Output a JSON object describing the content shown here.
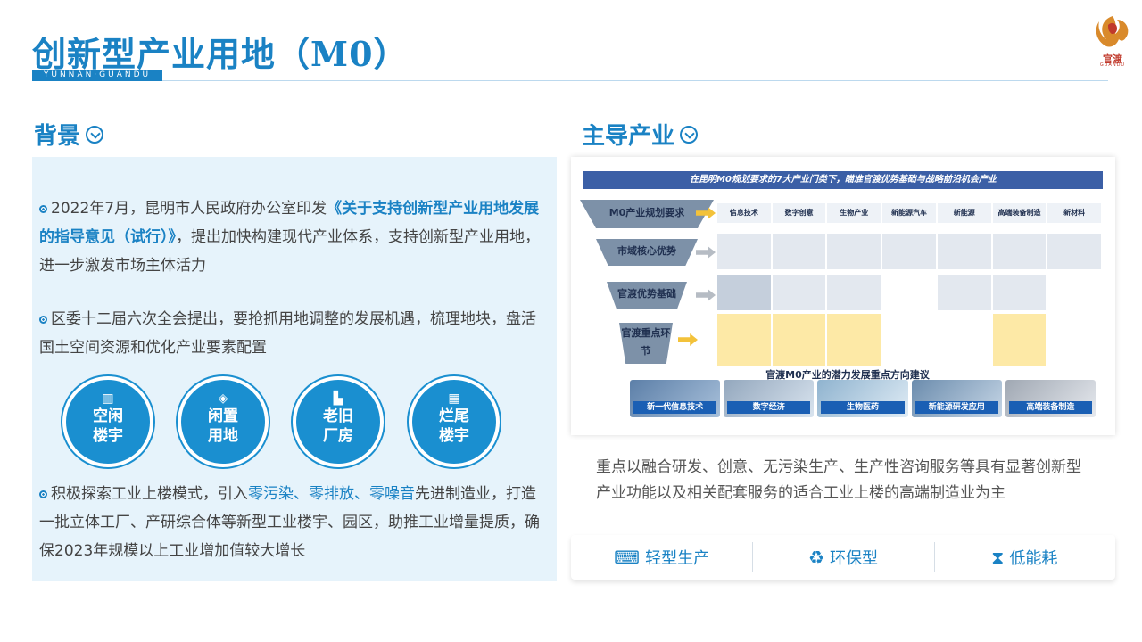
{
  "header": {
    "title": "创新型产业用地（M0）",
    "subtitle": "YUNNAN·GUANDU",
    "logo_text": "官渡",
    "logo_sub": "GUANDU"
  },
  "background_section": {
    "heading": "背景",
    "bullets": [
      {
        "prefix": "2022年7月，昆明市人民政府办公室印发",
        "highlight": "《关于支持创新型产业用地发展的指导意见（试行）》",
        "suffix": "，提出加快构建现代产业体系，支持创新型产业用地，进一步激发市场主体活力"
      },
      {
        "text": "区委十二届六次全会提出，要抢抓用地调整的发展机遇，梳理地块，盘活国土空间资源和优化产业要素配置"
      },
      {
        "prefix": "积极探索工业上楼模式，引入",
        "hl1": "零污染",
        "sep1": "、",
        "hl2": "零排放",
        "sep2": "、",
        "hl3": "零噪音",
        "suffix": "先进制造业，打造一批立体工厂、产研综合体等新型工业楼宇、园区，助推工业增量提质，确保2023年规模以上工业增加值较大增长"
      }
    ],
    "circles": [
      {
        "label1": "空闲",
        "label2": "楼宇",
        "icon": "building-icon"
      },
      {
        "label1": "闲置",
        "label2": "用地",
        "icon": "land-icon"
      },
      {
        "label1": "老旧",
        "label2": "厂房",
        "icon": "factory-icon"
      },
      {
        "label1": "烂尾",
        "label2": "楼宇",
        "icon": "unfinished-building-icon"
      }
    ]
  },
  "industry_section": {
    "heading": "主导产业",
    "diagram": {
      "banner": "在昆明M0规划要求的7大产业门类下，瞄准官渡优势基础与战略前沿机会产业",
      "funnel": [
        "M0产业规划要求",
        "市域核心优势",
        "官渡优势基础",
        "官渡重点环节"
      ],
      "categories": [
        "信息技术",
        "数字创意",
        "生物产业",
        "新能源汽车",
        "新能源",
        "高端装备制造",
        "新材料"
      ],
      "bottom_title": "官渡M0产业的潜力发展重点方向建议",
      "tiles": [
        "新一代信息技术",
        "数字经济",
        "生物医药",
        "新能源研发应用",
        "高端装备制造"
      ]
    },
    "description": "重点以融合研发、创意、无污染生产、生产性咨询服务等具有显著创新型产业功能以及相关配套服务的适合工业上楼的高端制造业为主",
    "features": [
      {
        "label": "轻型生产",
        "icon": "keyboard-icon"
      },
      {
        "label": "环保型",
        "icon": "recycle-icon"
      },
      {
        "label": "低能耗",
        "icon": "hourglass-icon"
      }
    ]
  },
  "colors": {
    "accent": "#1a82c4",
    "panel_bg": "#e6f3fb"
  }
}
